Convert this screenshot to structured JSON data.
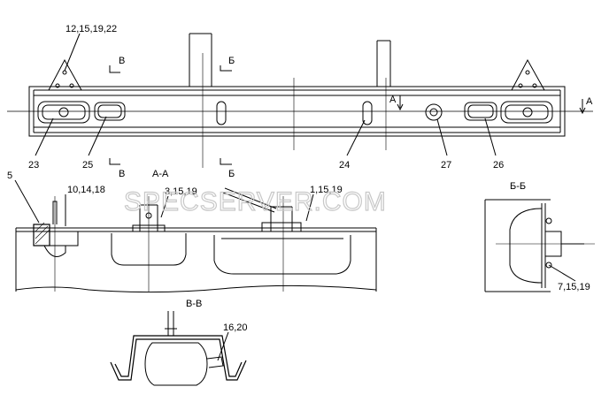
{
  "callouts": {
    "c_12_15_19_22": "12,15,19,22",
    "c_23": "23",
    "c_25": "25",
    "c_24": "24",
    "c_27": "27",
    "c_26": "26",
    "c_5": "5",
    "c_10_14_18": "10,14,18",
    "c_3_15_19": "3,15,19",
    "c_1_15_19": "1,15,19",
    "c_7_15_19": "7,15,19",
    "c_16_20": "16,20"
  },
  "section_marks": {
    "v_top": "В",
    "v_bottom": "В",
    "b_top": "Б",
    "b_bottom": "Б",
    "a_left": "A",
    "a_right": "A"
  },
  "section_titles": {
    "aa": "A-A",
    "bb": "Б-Б",
    "vv": "В-В"
  },
  "watermark": "SPECSERVER.COM"
}
